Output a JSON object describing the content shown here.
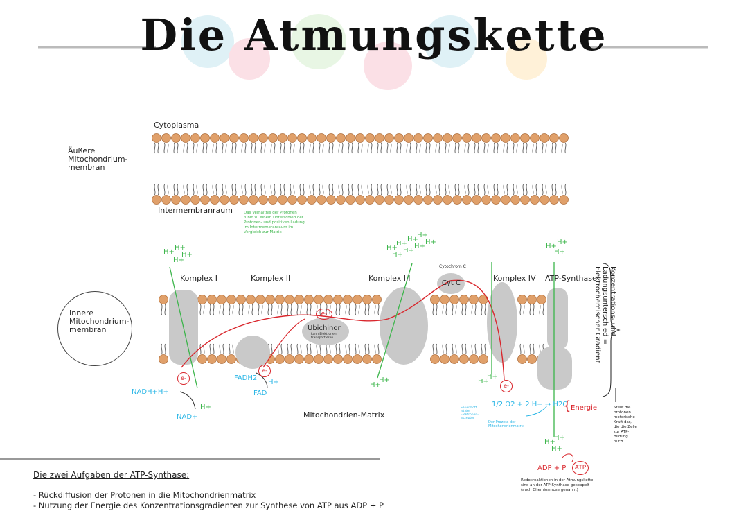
{
  "title": "Die Atmungskette",
  "labels": {
    "cytoplasma": "Cytoplasma",
    "outer_membrane": [
      "Äußere",
      "Mitochondrium-",
      "membran"
    ],
    "intermembrane": "Intermembranraum",
    "intermembrane_note": [
      "Das Verhältnis der Protonen",
      "führt zu einem Unterschied der",
      "Protonen- und positiven Ladung",
      "im Intermembranraum im",
      "Vergleich zur Matrix"
    ],
    "inner_membrane": [
      "Innere",
      "Mitochondrium-",
      "membran"
    ],
    "matrix": "Mitochondrien-Matrix",
    "komplex1": "Komplex I",
    "komplex2": "Komplex II",
    "komplex3": "Komplex III",
    "komplex4": "Komplex IV",
    "atp_synthase": "ATP-Synthase",
    "ubichinon": "Ubichinon",
    "ubichinon_note": [
      "kann Elektronen",
      "transportieren"
    ],
    "cytc_label": "Cytochrom C",
    "cytc": "Cyt C",
    "electron": "e-",
    "proton": "H+",
    "nadh": "NADH+H+",
    "nad": "NAD+",
    "fadh2": "FADH2",
    "fad": "FAD",
    "water_reaction": "1/2 O2 + 2 H+ → H2O",
    "water_note_left": [
      "Sauerstoff",
      "ist der",
      "Elektronen-",
      "akzeptor"
    ],
    "water_note_below": [
      "Der Prozess der",
      "Mitochondrienmatrix"
    ],
    "energie": "Energie",
    "adp": "ADP + P",
    "atp": "ATP",
    "gradient_vertical": "Konzentrations- und Ladungsunterschied = Elektrochemischer Gradient",
    "gradient_note": [
      "Stellt die",
      "protonen",
      "motorische",
      "Kraft dar,",
      "die die Zelle",
      "zur ATP-",
      "Bildung",
      "nutzt"
    ],
    "redox_note": [
      "Redoxreaktionen in der Atmungskette",
      "sind an der ATP-Synthase gekoppelt",
      "(auch Chemiosmose genannt)"
    ]
  },
  "tasks": {
    "title": "Die zwei Aufgaben der ATP-Synthase:",
    "items": [
      "- Rückdiffusion der Protonen in die Mitochondrienmatrix",
      "- Nutzung der Energie des Konzentrationsgradienten zur Synthese von ATP aus ADP + P"
    ]
  },
  "colors": {
    "head": "#e0a06a",
    "head_stroke": "#b0703e",
    "protein": "#c9c9c9",
    "proton": "#3bb54a",
    "electron": "#d9262c",
    "cyan": "#2ab6e6"
  }
}
